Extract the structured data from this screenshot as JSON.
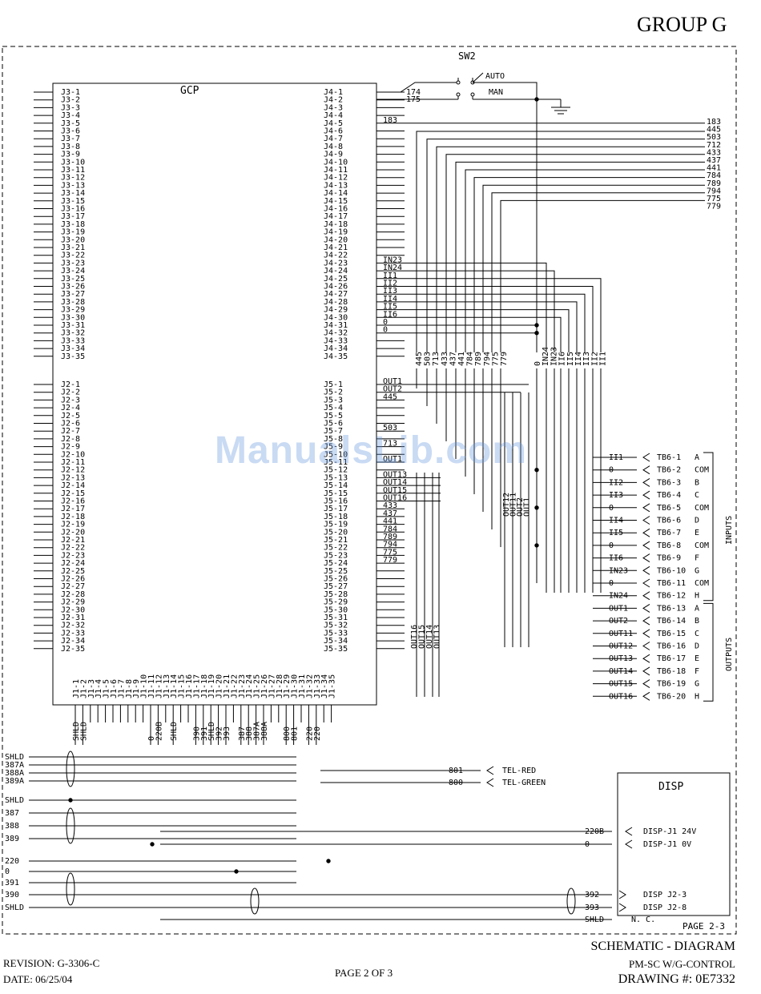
{
  "header": {
    "group": "GROUP G"
  },
  "gcp": {
    "title": "GCP"
  },
  "switch": {
    "label": "SW2",
    "auto": "AUTO",
    "man": "MAN",
    "w1": "174",
    "w2": "175"
  },
  "j3_pins": [
    "J3-1",
    "J3-2",
    "J3-3",
    "J3-4",
    "J3-5",
    "J3-6",
    "J3-7",
    "J3-8",
    "J3-9",
    "J3-10",
    "J3-11",
    "J3-12",
    "J3-13",
    "J3-14",
    "J3-15",
    "J3-16",
    "J3-17",
    "J3-18",
    "J3-19",
    "J3-20",
    "J3-21",
    "J3-22",
    "J3-23",
    "J3-24",
    "J3-25",
    "J3-26",
    "J3-27",
    "J3-28",
    "J3-29",
    "J3-30",
    "J3-31",
    "J3-32",
    "J3-33",
    "J3-34",
    "J3-35"
  ],
  "j4_pins": [
    "J4-1",
    "J4-2",
    "J4-3",
    "J4-4",
    "J4-5",
    "J4-6",
    "J4-7",
    "J4-8",
    "J4-9",
    "J4-10",
    "J4-11",
    "J4-12",
    "J4-13",
    "J4-14",
    "J4-15",
    "J4-16",
    "J4-17",
    "J4-18",
    "J4-19",
    "J4-20",
    "J4-21",
    "J4-22",
    "J4-23",
    "J4-24",
    "J4-25",
    "J4-26",
    "J4-27",
    "J4-28",
    "J4-29",
    "J4-30",
    "J4-31",
    "J4-32",
    "J4-33",
    "J4-34",
    "J4-35"
  ],
  "j2_pins": [
    "J2-1",
    "J2-2",
    "J2-3",
    "J2-4",
    "J2-5",
    "J2-6",
    "J2-7",
    "J2-8",
    "J2-9",
    "J2-10",
    "J2-11",
    "J2-12",
    "J2-13",
    "J2-14",
    "J2-15",
    "J2-16",
    "J2-17",
    "J2-18",
    "J2-19",
    "J2-20",
    "J2-21",
    "J2-22",
    "J2-23",
    "J2-24",
    "J2-25",
    "J2-26",
    "J2-27",
    "J2-28",
    "J2-29",
    "J2-30",
    "J2-31",
    "J2-32",
    "J2-33",
    "J2-34",
    "J2-35"
  ],
  "j5_pins": [
    "J5-1",
    "J5-2",
    "J5-3",
    "J5-4",
    "J5-5",
    "J5-6",
    "J5-7",
    "J5-8",
    "J5-9",
    "J5-10",
    "J5-11",
    "J5-12",
    "J5-13",
    "J5-14",
    "J5-15",
    "J5-16",
    "J5-17",
    "J5-18",
    "J5-19",
    "J5-20",
    "J5-21",
    "J5-22",
    "J5-23",
    "J5-24",
    "J5-25",
    "J5-26",
    "J5-27",
    "J5-28",
    "J5-29",
    "J5-30",
    "J5-31",
    "J5-32",
    "J5-33",
    "J5-34",
    "J5-35"
  ],
  "j1_pins": [
    "J1-1",
    "J1-2",
    "J1-3",
    "J1-4",
    "J1-5",
    "J1-6",
    "J1-7",
    "J1-8",
    "J1-9",
    "J1-10",
    "J1-11",
    "J1-12",
    "J1-13",
    "J1-14",
    "J1-15",
    "J1-16",
    "J1-17",
    "J1-18",
    "J1-19",
    "J1-20",
    "J1-21",
    "J1-22",
    "J1-23",
    "J1-24",
    "J1-25",
    "J1-26",
    "J1-27",
    "J1-28",
    "J1-29",
    "J1-30",
    "J1-31",
    "J1-32",
    "J1-33",
    "J1-34",
    "J1-35"
  ],
  "j4_wires": [
    "",
    "",
    "",
    "",
    "183",
    "",
    "",
    "",
    "",
    "",
    "",
    "",
    "",
    "",
    "",
    "",
    "",
    "",
    "",
    "",
    "",
    "",
    "IN23",
    "IN24",
    "II1",
    "II2",
    "II3",
    "II4",
    "II5",
    "II6",
    "0",
    "0",
    "",
    "",
    ""
  ],
  "j5_wires": [
    "OUT1",
    "OUT2",
    "445",
    "",
    "",
    "",
    "503",
    "",
    "713",
    "",
    "OUT1",
    "",
    "OUT13",
    "OUT14",
    "OUT15",
    "OUT16",
    "433",
    "437",
    "441",
    "784",
    "789",
    "794",
    "775",
    "779",
    "",
    "",
    "",
    "",
    "",
    "",
    "",
    "",
    "",
    "",
    ""
  ],
  "right_wire_labels": [
    "183",
    "445",
    "503",
    "712",
    "433",
    "437",
    "441",
    "784",
    "789",
    "794",
    "775",
    "779"
  ],
  "bus_labels_a": [
    "445",
    "503",
    "713",
    "433",
    "437",
    "441",
    "784",
    "789",
    "794",
    "775",
    "779"
  ],
  "bus_labels_b": [
    "0",
    "IN24",
    "IN23",
    "II6",
    "II5",
    "II4",
    "II3",
    "II2",
    "II1"
  ],
  "out_bus_mid": [
    "OUT12",
    "OUT11",
    "OUT2",
    "OUT1"
  ],
  "out_bus_low": [
    "OUT16",
    "OUT15",
    "OUT14",
    "OUT13"
  ],
  "j1_wires": [
    "SHLD",
    "SHLD",
    "",
    "",
    "",
    "",
    "",
    "",
    "",
    "",
    "0",
    "220B",
    "",
    "SHLD",
    "",
    "",
    "390",
    "391",
    "SHLD",
    "392",
    "393",
    "",
    "387",
    "388",
    "387A",
    "388A",
    "",
    "",
    "800",
    "801",
    "",
    "220",
    "220",
    "",
    ""
  ],
  "tb6": [
    {
      "wire": "II1",
      "term": "TB6-1",
      "sig": "A"
    },
    {
      "wire": "0",
      "term": "TB6-2",
      "sig": "COM"
    },
    {
      "wire": "II2",
      "term": "TB6-3",
      "sig": "B"
    },
    {
      "wire": "II3",
      "term": "TB6-4",
      "sig": "C"
    },
    {
      "wire": "0",
      "term": "TB6-5",
      "sig": "COM"
    },
    {
      "wire": "II4",
      "term": "TB6-6",
      "sig": "D"
    },
    {
      "wire": "II5",
      "term": "TB6-7",
      "sig": "E"
    },
    {
      "wire": "0",
      "term": "TB6-8",
      "sig": "COM"
    },
    {
      "wire": "II6",
      "term": "TB6-9",
      "sig": "F"
    },
    {
      "wire": "IN23",
      "term": "TB6-10",
      "sig": "G"
    },
    {
      "wire": "0",
      "term": "TB6-11",
      "sig": "COM"
    },
    {
      "wire": "IN24",
      "term": "TB6-12",
      "sig": "H"
    },
    {
      "wire": "OUT1",
      "term": "TB6-13",
      "sig": "A"
    },
    {
      "wire": "OUT2",
      "term": "TB6-14",
      "sig": "B"
    },
    {
      "wire": "OUT11",
      "term": "TB6-15",
      "sig": "C"
    },
    {
      "wire": "OUT12",
      "term": "TB6-16",
      "sig": "D"
    },
    {
      "wire": "OUT13",
      "term": "TB6-17",
      "sig": "E"
    },
    {
      "wire": "OUT14",
      "term": "TB6-18",
      "sig": "F"
    },
    {
      "wire": "OUT15",
      "term": "TB6-19",
      "sig": "G"
    },
    {
      "wire": "OUT16",
      "term": "TB6-20",
      "sig": "H"
    }
  ],
  "inputs_label": "INPUTS",
  "outputs_label": "OUTPUTS",
  "left_labels": [
    "SHLD",
    "387A",
    "388A",
    "389A",
    "SHLD",
    "387",
    "388",
    "389",
    "220",
    "0",
    "391",
    "390",
    "SHLD"
  ],
  "tel": [
    {
      "wire": "801",
      "label": "TEL-RED"
    },
    {
      "wire": "800",
      "label": "TEL-GREEN"
    }
  ],
  "disp": {
    "title": "DISP",
    "rows": [
      {
        "wire": "220B",
        "label": "DISP-J1 24V"
      },
      {
        "wire": "0",
        "label": "DISP-J1 0V"
      },
      {
        "wire": "392",
        "label": "DISP J2-3"
      },
      {
        "wire": "393",
        "label": "DISP J2-8"
      },
      {
        "wire": "SHLD",
        "label": "N. C."
      }
    ]
  },
  "footer": {
    "page_code": "PAGE 2-3",
    "revision": "REVISION: G-3306-C",
    "date": "DATE: 06/25/04",
    "page_of": "PAGE 2 OF 3",
    "title": "SCHEMATIC - DIAGRAM",
    "subtitle": "PM-SC W/G-CONTROL",
    "drawing": "DRAWING #: 0E7332"
  },
  "watermark": "ManualsLib.com"
}
